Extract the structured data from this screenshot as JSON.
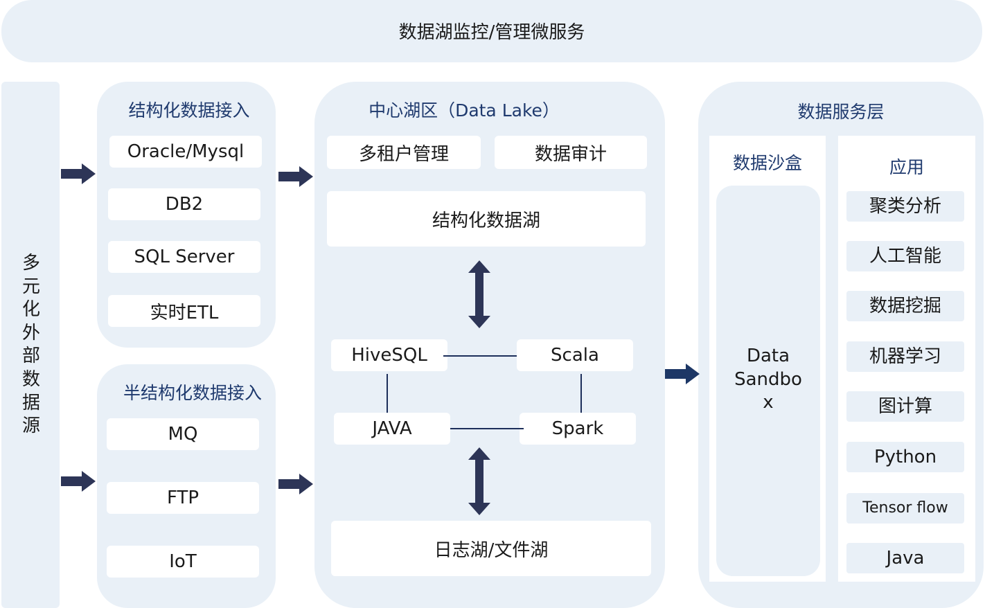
{
  "top_bar": {
    "label": "数据湖监控/管理微服务"
  },
  "external_sources": {
    "label": "多元化外部数据源"
  },
  "structured_ingest": {
    "title": "结构化数据接入",
    "items": [
      "Oracle/Mysql",
      "DB2",
      "SQL Server",
      "实时ETL"
    ]
  },
  "semi_structured_ingest": {
    "title": "半结构化数据接入",
    "items": [
      "MQ",
      "FTP",
      "IoT"
    ]
  },
  "data_lake": {
    "title": "中心湖区（Data Lake）",
    "tenant_mgmt": "多租户管理",
    "audit": "数据审计",
    "structured_lake": "结构化数据湖",
    "engines": {
      "hivesql": "HiveSQL",
      "scala": "Scala",
      "java": "JAVA",
      "spark": "Spark"
    },
    "log_file_lake": "日志湖/文件湖"
  },
  "data_service": {
    "title": "数据服务层",
    "sandbox": {
      "title": "数据沙盒",
      "content": "Data\nSandbo\nx"
    },
    "apps": {
      "title": "应用",
      "items": [
        "聚类分析",
        "人工智能",
        "数据挖掘",
        "机器学习",
        "图计算",
        "Python",
        "Tensor flow",
        "Java"
      ]
    }
  },
  "colors": {
    "panel": "#e9f0f7",
    "arrow": "#2d3557",
    "title_text": "#1f3a6e"
  }
}
